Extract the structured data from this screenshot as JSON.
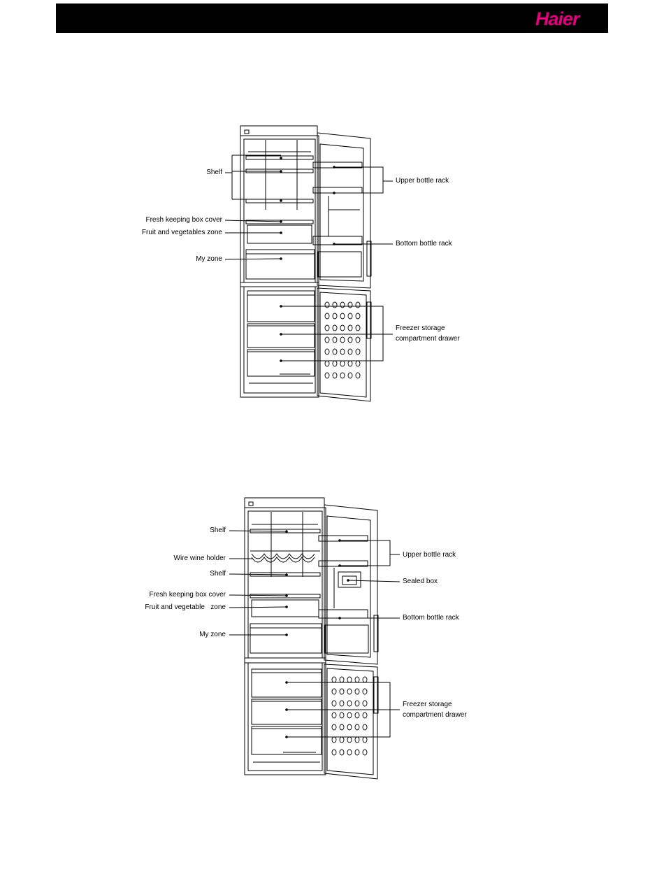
{
  "header": {
    "brand": "Haier",
    "colors": {
      "bar": "#000000",
      "logo": "#e5007e"
    }
  },
  "diagram1": {
    "labels": {
      "shelf": "Shelf",
      "fresh_keeping_box_cover": "Fresh keeping box cover",
      "fruit_vegetables_zone": "Fruit and vegetables zone",
      "my_zone": "My zone",
      "upper_bottle_rack": "Upper bottle rack",
      "bottom_bottle_rack": "Bottom bottle rack",
      "freezer_drawer_line1": "Freezer storage",
      "freezer_drawer_line2": "compartment drawer"
    }
  },
  "diagram2": {
    "labels": {
      "shelf_top": "Shelf",
      "wire_wine_holder": "Wire wine holder",
      "shelf_middle": "Shelf",
      "fresh_keeping_box_cover": "Fresh keeping box cover",
      "fruit_vegetable_zone": "Fruit and vegetable   zone",
      "my_zone": "My zone",
      "upper_bottle_rack": "Upper bottle rack",
      "sealed_box": "Sealed box",
      "bottom_bottle_rack": "Bottom bottle rack",
      "freezer_drawer_line1": "Freezer storage",
      "freezer_drawer_line2": "compartment drawer"
    }
  }
}
